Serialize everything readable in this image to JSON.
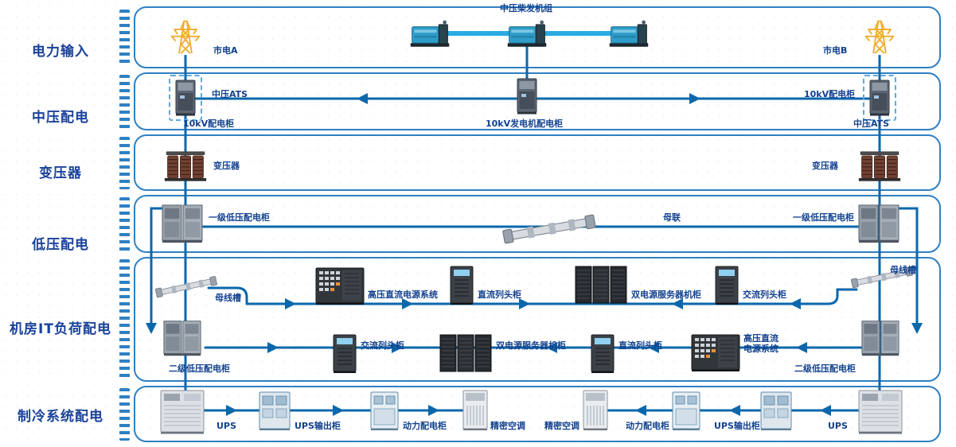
{
  "lanes": [
    {
      "label": "电力输入"
    },
    {
      "label": "中压配电"
    },
    {
      "label": "变压器"
    },
    {
      "label": "低压配电"
    },
    {
      "label": "机房IT负荷配电"
    },
    {
      "label": "制冷系统配电"
    }
  ],
  "power_input": {
    "generator_group": "中压柴发机组",
    "utility_a": "市电A",
    "utility_b": "市电B"
  },
  "mv_distribution": {
    "ats_left": "中压ATS",
    "switchgear_left": "10kV配电柜",
    "generator_switchgear": "10kV发电机配电柜",
    "switchgear_right": "10kV配电柜",
    "ats_right": "中压ATS"
  },
  "transformers": {
    "left": "变压器",
    "right": "变压器"
  },
  "lv_distribution": {
    "panel_left": "一级低压配电柜",
    "bus_tie": "母联",
    "panel_right": "一级低压配电柜"
  },
  "it_load": {
    "busway_left": "母线槽",
    "hvdc_top": "高压直流电源系统",
    "dc_rowhead_top": "直流列头柜",
    "servers_top": "双电源服务器机柜",
    "ac_rowhead_top": "交流列头柜",
    "busway_right": "母线槽",
    "lv2_panel_left": "二级低压配电柜",
    "ac_rowhead_bottom": "交流列头柜",
    "servers_bottom": "双电源服务器机柜",
    "dc_rowhead_bottom": "直流列头柜",
    "hvdc_bottom": "高压直流\n电源系统",
    "lv2_panel_right": "二级低压配电柜"
  },
  "cooling": {
    "ups_left": "UPS",
    "ups_output_left": "UPS输出柜",
    "power_panel_left": "动力配电柜",
    "crac_left": "精密空调",
    "crac_right": "精密空调",
    "power_panel_right": "动力配电柜",
    "ups_output_right": "UPS输出柜",
    "ups_right": "UPS"
  },
  "colors": {
    "wire": "#0a67ab",
    "generator_bus": "#29abe2",
    "lane_border": "#2f80c3",
    "label_text": "#12418f"
  }
}
